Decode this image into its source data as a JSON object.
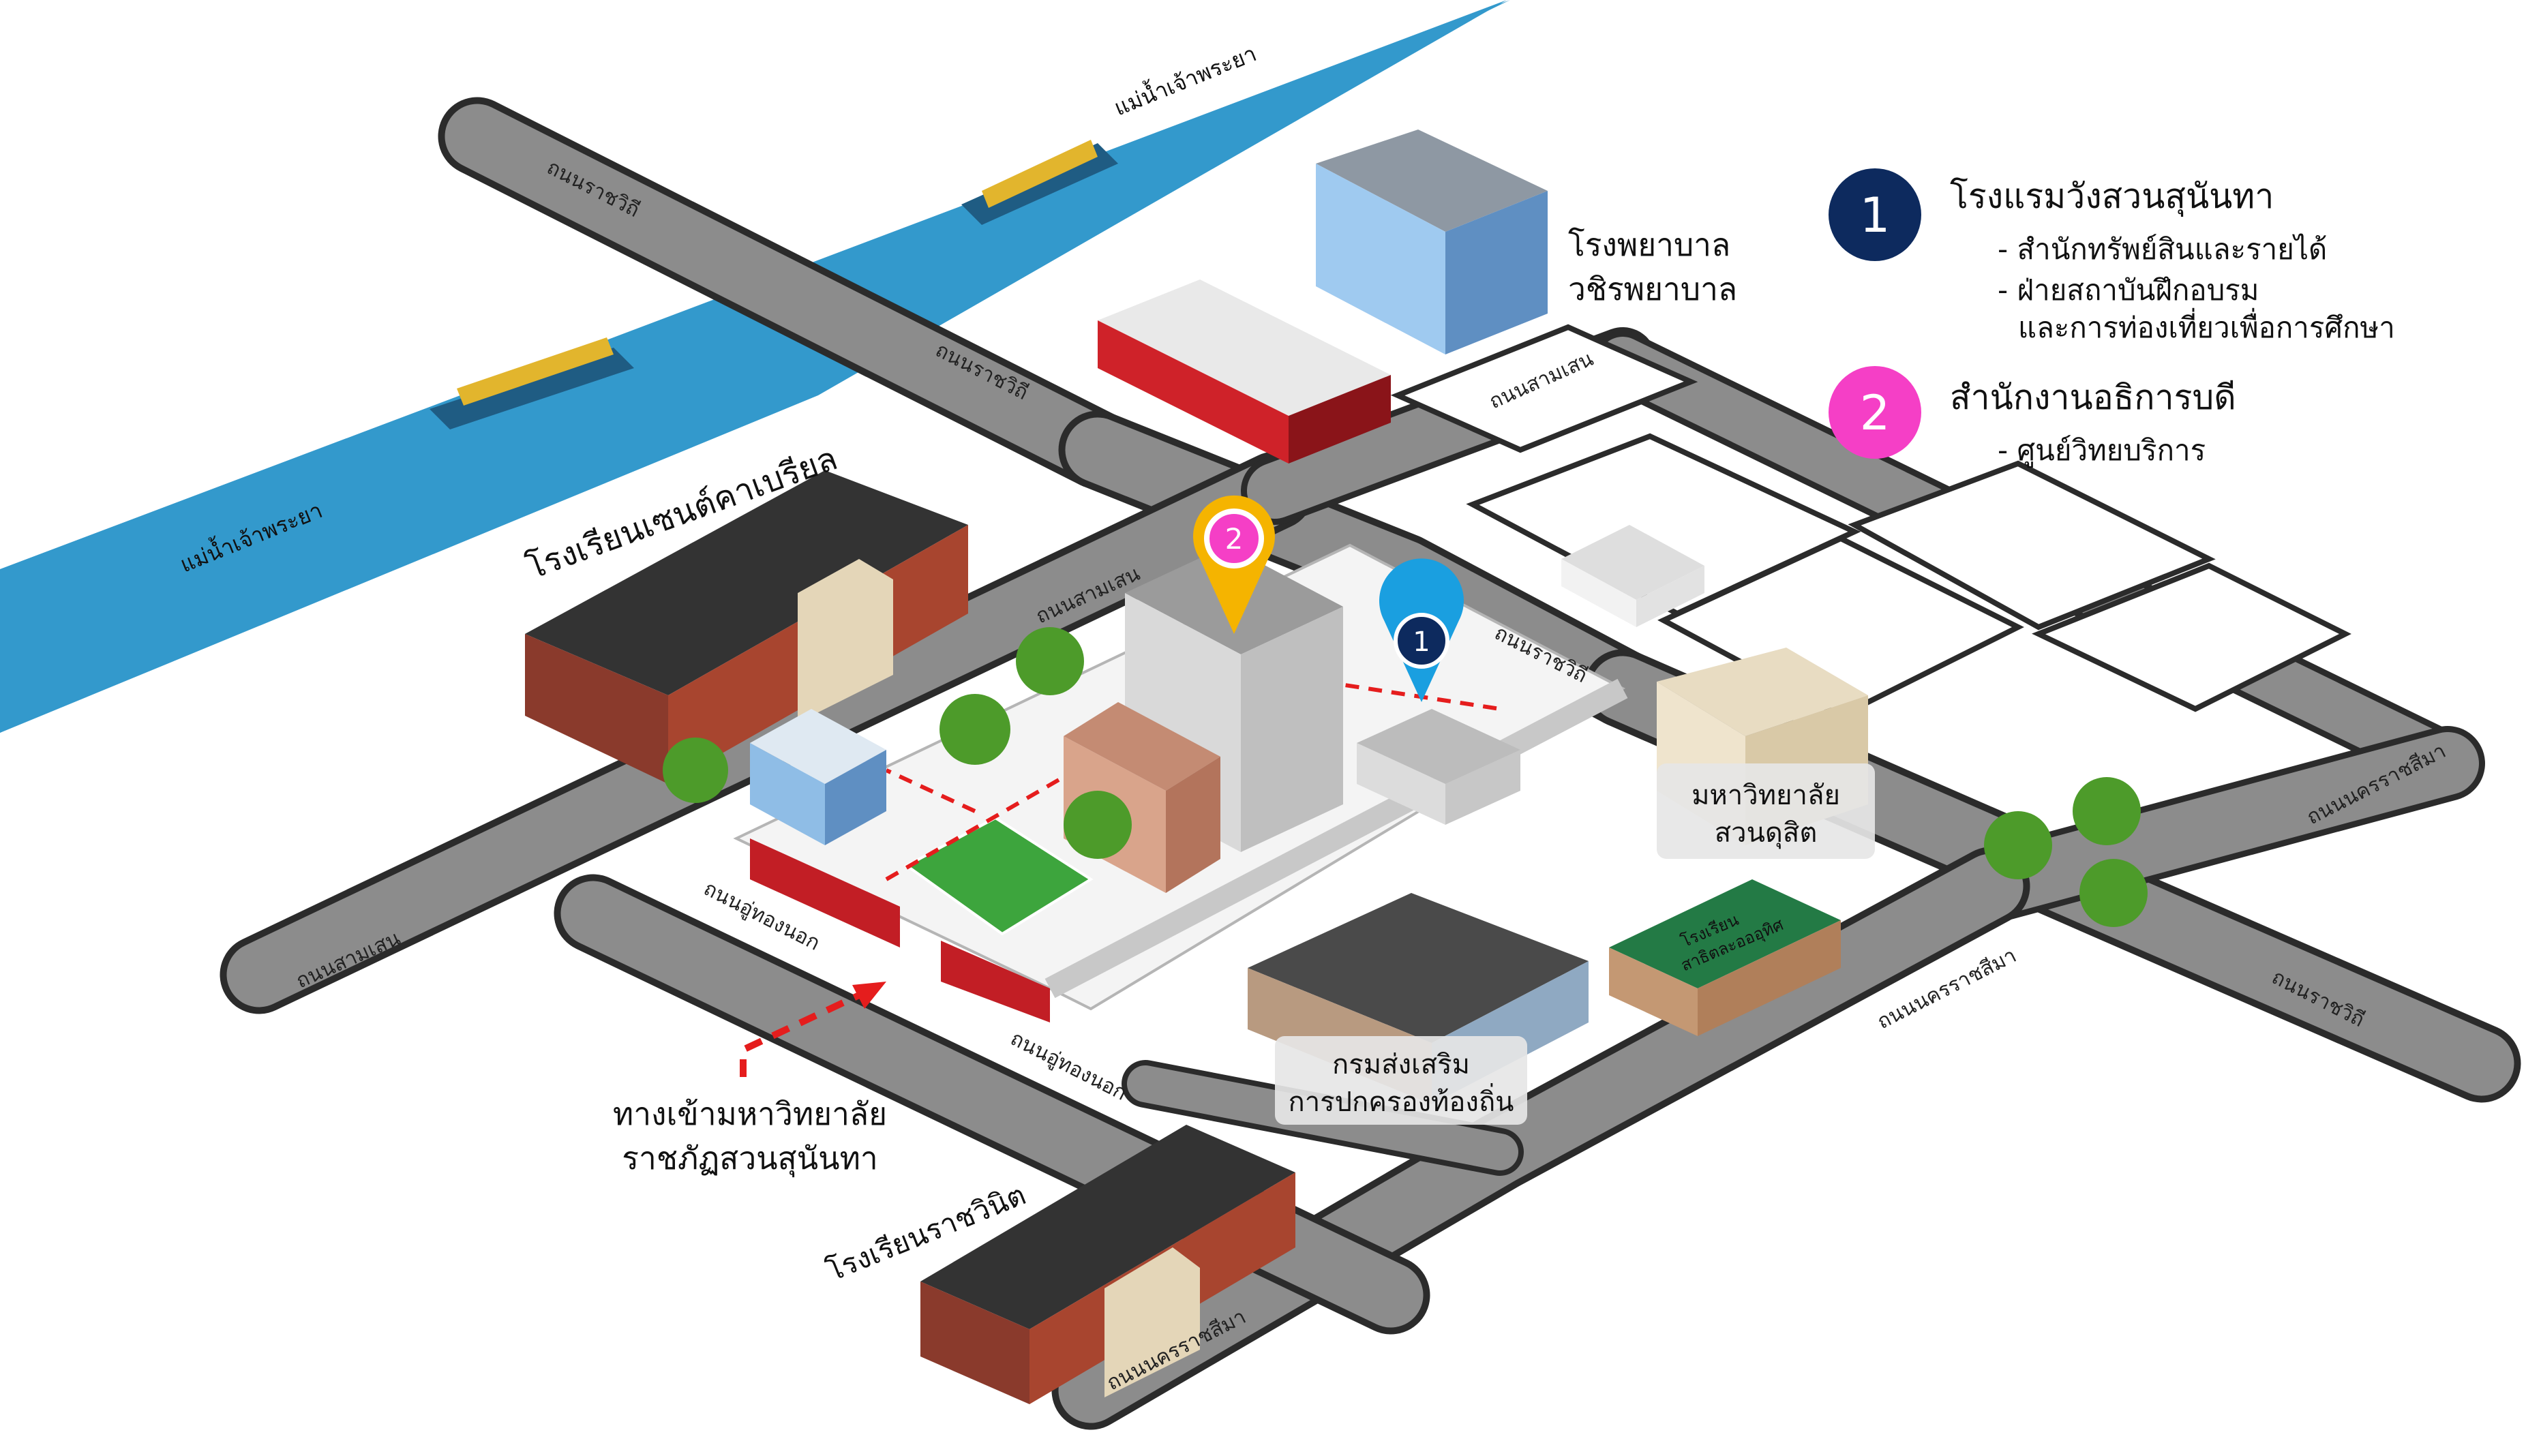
{
  "river": {
    "color": "#3399cc",
    "labels": [
      "แม่น้ำเจ้าพระยา",
      "แม่น้ำเจ้าพระยา"
    ]
  },
  "roads": {
    "ratchawithi": "ถนนราชวิถี",
    "samsen": "ถนนสามเสน",
    "u_thong_nok": "ถนนอู่ทองนอก",
    "nakhon_ratchasima": "ถนนนครราชสีมา"
  },
  "places": {
    "hospital": [
      "โรงพยาบาล",
      "วชิรพยาบาล"
    ],
    "saint_gabriel": "โรงเรียนเซนต์คาเบรียล",
    "suan_dusit_university": [
      "มหาวิทยาลัย",
      "สวนดุสิต"
    ],
    "sarasit_school": [
      "โรงเรียน",
      "สาธิตละอออุทิศ"
    ],
    "local_admin_dept": [
      "กรมส่งเสริม",
      "การปกครองท้องถิ่น"
    ],
    "ratchawinit_school": "โรงเรียนราชวินิต",
    "entrance": [
      "ทางเข้ามหาวิทยาลัย",
      "ราชภัฏสวนสุนันทา"
    ]
  },
  "markers": [
    {
      "number": "1",
      "color": "#1a9fe0",
      "badge": "#0d2a5e"
    },
    {
      "number": "2",
      "color": "#f5b400",
      "badge": "#f53fc6"
    }
  ],
  "legend": [
    {
      "number": "1",
      "badge_color": "#0d2a5e",
      "title": "โรงแรมวังสวนสุนันทา",
      "items": [
        "- สำนักทรัพย์สินและรายได้",
        "- ฝ่ายสถาบันฝึกอบรม",
        "และการท่องเที่ยวเพื่อการศึกษา"
      ]
    },
    {
      "number": "2",
      "badge_color": "#f53fc6",
      "title": "สำนักงานอธิการบดี",
      "items": [
        "- ศูนย์วิทยบริการ"
      ]
    }
  ],
  "colors": {
    "road": "#8c8c8c",
    "road_edge": "#2b2b2b",
    "block": "#ffffff",
    "entrance_text": "#e8761c",
    "entrance_arrow": "#e51d1d"
  }
}
